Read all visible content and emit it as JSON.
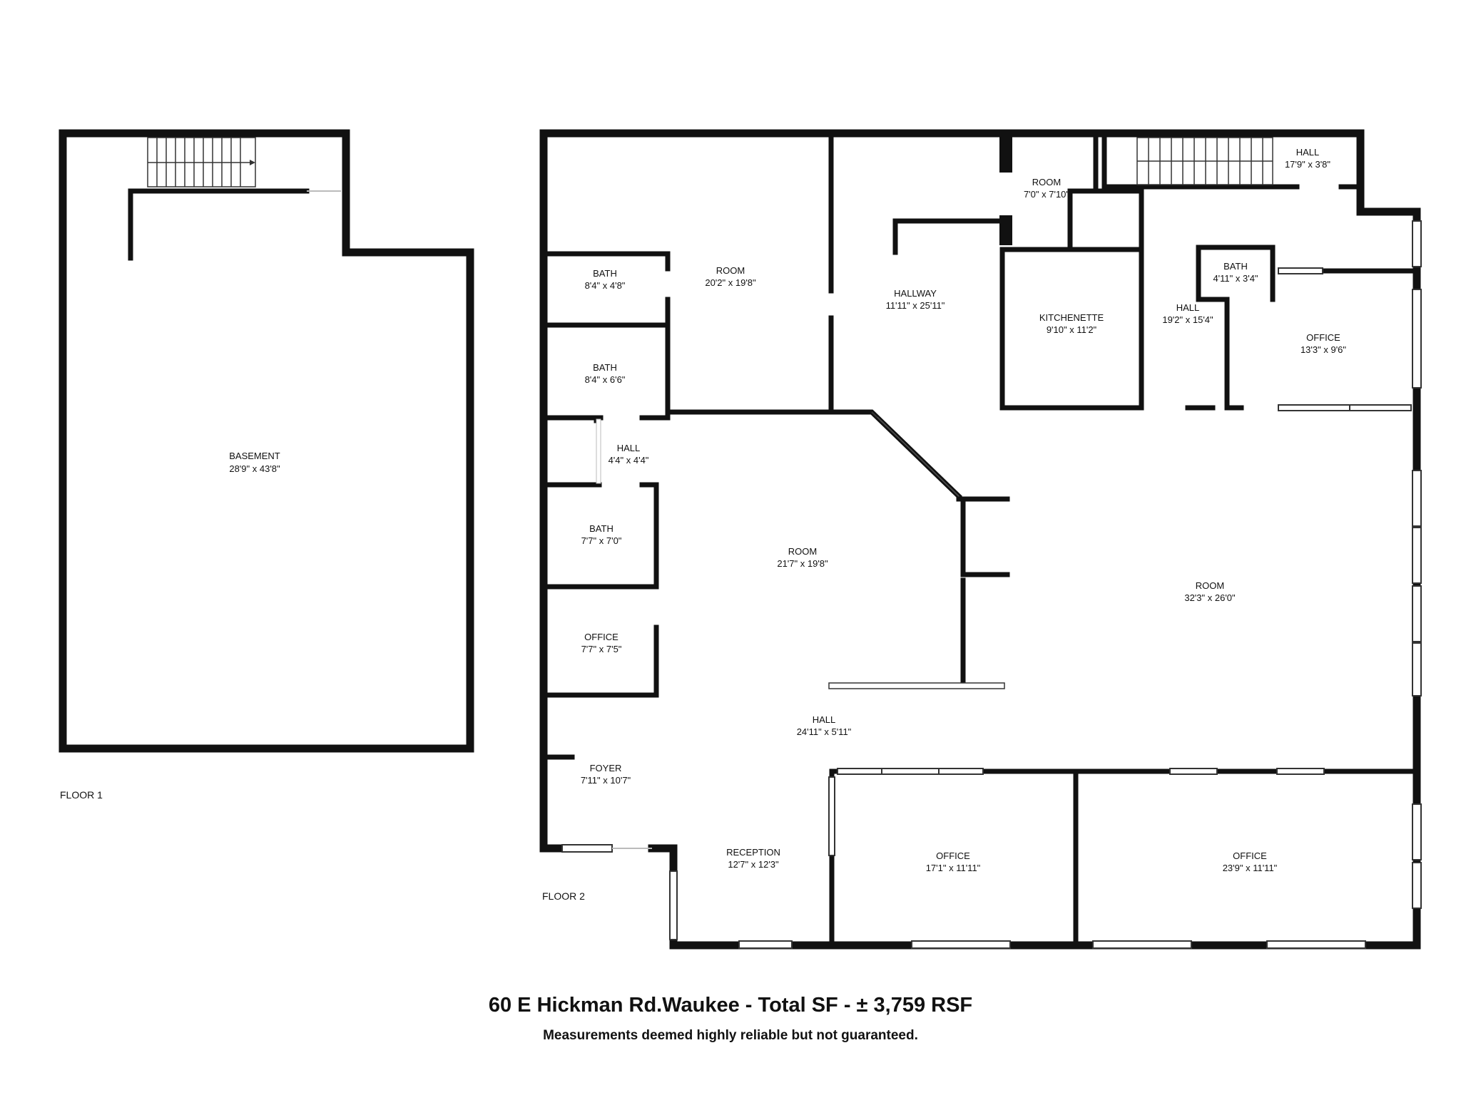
{
  "floors": [
    {
      "label": "FLOOR 1",
      "rooms": [
        {
          "name": "BASEMENT",
          "size": "28'9\" x 43'8\""
        }
      ]
    },
    {
      "label": "FLOOR 2",
      "rooms": [
        {
          "name": "BATH",
          "size": "8'4\" x 4'8\""
        },
        {
          "name": "ROOM",
          "size": "20'2\" x 19'8\""
        },
        {
          "name": "HALLWAY",
          "size": "11'11\" x 25'11\""
        },
        {
          "name": "ROOM",
          "size": "7'0\" x 7'10\""
        },
        {
          "name": "HALL",
          "size": "17'9\" x 3'8\""
        },
        {
          "name": "BATH",
          "size": "4'11\" x 3'4\""
        },
        {
          "name": "KITCHENETTE",
          "size": "9'10\" x 11'2\""
        },
        {
          "name": "HALL",
          "size": "19'2\" x 15'4\""
        },
        {
          "name": "OFFICE",
          "size": "13'3\" x 9'6\""
        },
        {
          "name": "BATH",
          "size": "8'4\" x 6'6\""
        },
        {
          "name": "HALL",
          "size": "4'4\" x 4'4\""
        },
        {
          "name": "BATH",
          "size": "7'7\" x 7'0\""
        },
        {
          "name": "ROOM",
          "size": "21'7\" x 19'8\""
        },
        {
          "name": "ROOM",
          "size": "32'3\" x 26'0\""
        },
        {
          "name": "OFFICE",
          "size": "7'7\" x 7'5\""
        },
        {
          "name": "HALL",
          "size": "24'11\" x 5'11\""
        },
        {
          "name": "FOYER",
          "size": "7'11\" x 10'7\""
        },
        {
          "name": "RECEPTION",
          "size": "12'7\" x 12'3\""
        },
        {
          "name": "OFFICE",
          "size": "17'1\" x 11'11\""
        },
        {
          "name": "OFFICE",
          "size": "23'9\" x 11'11\""
        }
      ]
    }
  ],
  "title": "60 E Hickman Rd.Waukee - Total SF - ± 3,759 RSF",
  "subtitle": "Measurements deemed highly reliable but not guaranteed."
}
